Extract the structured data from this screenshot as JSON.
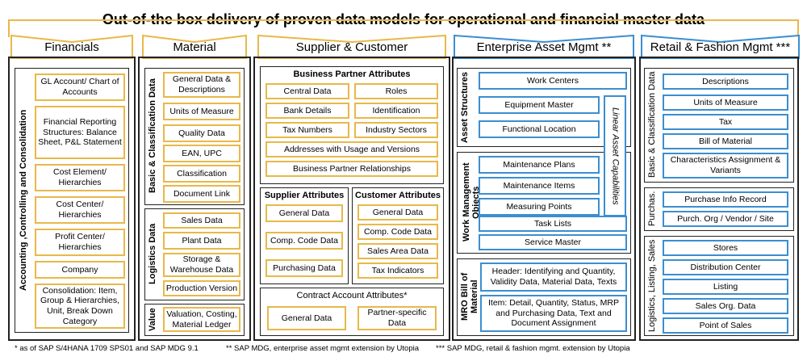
{
  "title": "Out-of-the box delivery of proven data models for operational and financial master data",
  "colors": {
    "gold": "#e8b84a",
    "blue": "#3c8ed0",
    "dark": "#222222"
  },
  "headers": [
    "Financials",
    "Material",
    "Supplier & Customer",
    "Enterprise Asset Mgmt **",
    "Retail & Fashion Mgmt ***"
  ],
  "financials": {
    "side_label": "Accounting ,Controlling and Consolidation",
    "items": [
      "GL Account/ Chart of Accounts",
      "Financial Reporting Structures: Balance Sheet, P&L Statement",
      "Cost Element/ Hierarchies",
      "Cost Center/ Hierarchies",
      "Profit Center/ Hierarchies",
      "Company",
      "Consolidation: Item, Group & Hierarchies, Unit, Break Down Category"
    ]
  },
  "material": {
    "basic_label": "Basic & Classification Data",
    "basic_items": [
      "General Data & Descriptions",
      "Units of Measure",
      "Quality Data",
      "EAN, UPC",
      "Classification",
      "Document Link"
    ],
    "logistics_label": "Logistics Data",
    "logistics_items": [
      "Sales Data",
      "Plant Data",
      "Storage & Warehouse Data",
      "Production Version"
    ],
    "value_label": "Value",
    "value_items": [
      "Valuation, Costing, Material Ledger"
    ]
  },
  "supplier": {
    "bp_title": "Business Partner Attributes",
    "bp_pairs": [
      [
        "Central Data",
        "Roles"
      ],
      [
        "Bank Details",
        "Identification"
      ],
      [
        "Tax Numbers",
        "Industry Sectors"
      ]
    ],
    "bp_wide": [
      "Addresses with Usage and Versions",
      "Business Partner Relationships"
    ],
    "sup_title": "Supplier Attributes",
    "sup_items": [
      "General Data",
      "Comp. Code Data",
      "Purchasing Data"
    ],
    "cust_title": "Customer Attributes",
    "cust_items": [
      "General Data",
      "Comp. Code Data",
      "Sales Area Data",
      "Tax Indicators"
    ],
    "contract_title": "Contract Account Attributes*",
    "contract_items": [
      "General Data",
      "Partner-specific Data"
    ]
  },
  "eam": {
    "asset_label": "Asset Structures",
    "asset_items": [
      "Work Centers",
      "Equipment Master",
      "Functional Location"
    ],
    "linear_label": "Linear Asset Capabilities",
    "work_label": "Work Management Objects",
    "work_items": [
      "Maintenance Plans",
      "Maintenance Items",
      "Measuring Points",
      "Task Lists",
      "Service Master"
    ],
    "mro_label": "MRO Bill of Material",
    "mro_items": [
      "Header: Identifying and Quantity, Validity Data, Material Data, Texts",
      "Item: Detail, Quantity, Status, MRP and Purchasing Data, Text and Document Assignment"
    ]
  },
  "retail": {
    "basic_label": "Basic & Classification Data",
    "basic_items": [
      "Descriptions",
      "Units of Measure",
      "Tax",
      "Bill of Material",
      "Characteristics Assignment & Variants"
    ],
    "purch_label": "Purchas.",
    "purch_items": [
      "Purchase Info Record",
      "Purch. Org / Vendor / Site"
    ],
    "logi_label": "Logistics, Listing, Sales",
    "logi_items": [
      "Stores",
      "Distribution Center",
      "Listing",
      "Sales Org. Data",
      "Point of Sales"
    ]
  },
  "footnotes": [
    "* as of SAP S/4HANA 1709 SPS01 and SAP MDG 9.1",
    "** SAP MDG, enterprise asset mgmt extension by Utopia",
    "*** SAP MDG, retail & fashion mgmt. extension by Utopia"
  ]
}
